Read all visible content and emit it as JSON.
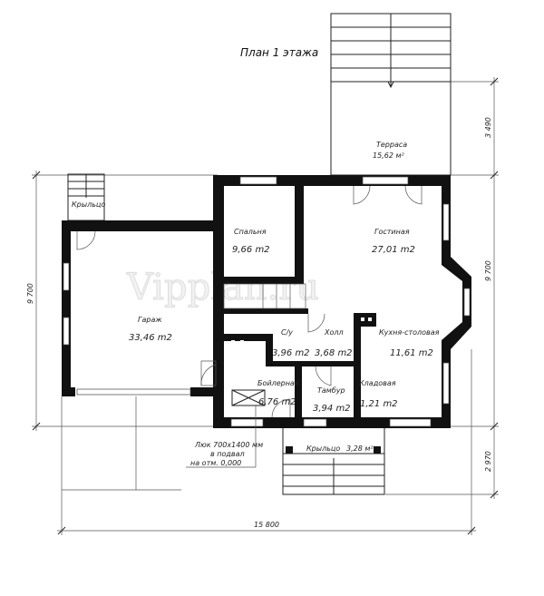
{
  "title": "План 1 этажа",
  "watermark": "Vipplan.ru",
  "rooms": {
    "terrace": {
      "name": "Терраса",
      "area": "15,62 м²"
    },
    "bedroom": {
      "name": "Спальня",
      "area": "9,66 m2"
    },
    "living": {
      "name": "Гостиная",
      "area": "27,01 m2"
    },
    "garage": {
      "name": "Гараж",
      "area": "33,46 m2"
    },
    "wc": {
      "name": "С/у",
      "area": "3,96 m2"
    },
    "hall": {
      "name": "Холл",
      "area": "3,68 m2"
    },
    "kitchen": {
      "name": "Кухня-столовая",
      "area": "11,61 m2"
    },
    "boiler": {
      "name": "Бойлерная",
      "area": "6,76 m2"
    },
    "vestibule": {
      "name": "Тамбур",
      "area": "3,94 m2"
    },
    "pantry": {
      "name": "Кладовая",
      "area": "1,21 m2"
    },
    "porch_front": {
      "name": "Крыльцо",
      "area": "3,28 м²"
    },
    "porch_garage": {
      "name": "Крыльцо"
    }
  },
  "hatch_note": [
    "Люк 700x1400 мм",
    "в подвал",
    "на отм. 0,000"
  ],
  "dimensions": {
    "left_height": "9 700",
    "right_height": "9 700",
    "terrace_depth": "3 490",
    "porch_depth": "2 970",
    "total_width": "15 800"
  }
}
